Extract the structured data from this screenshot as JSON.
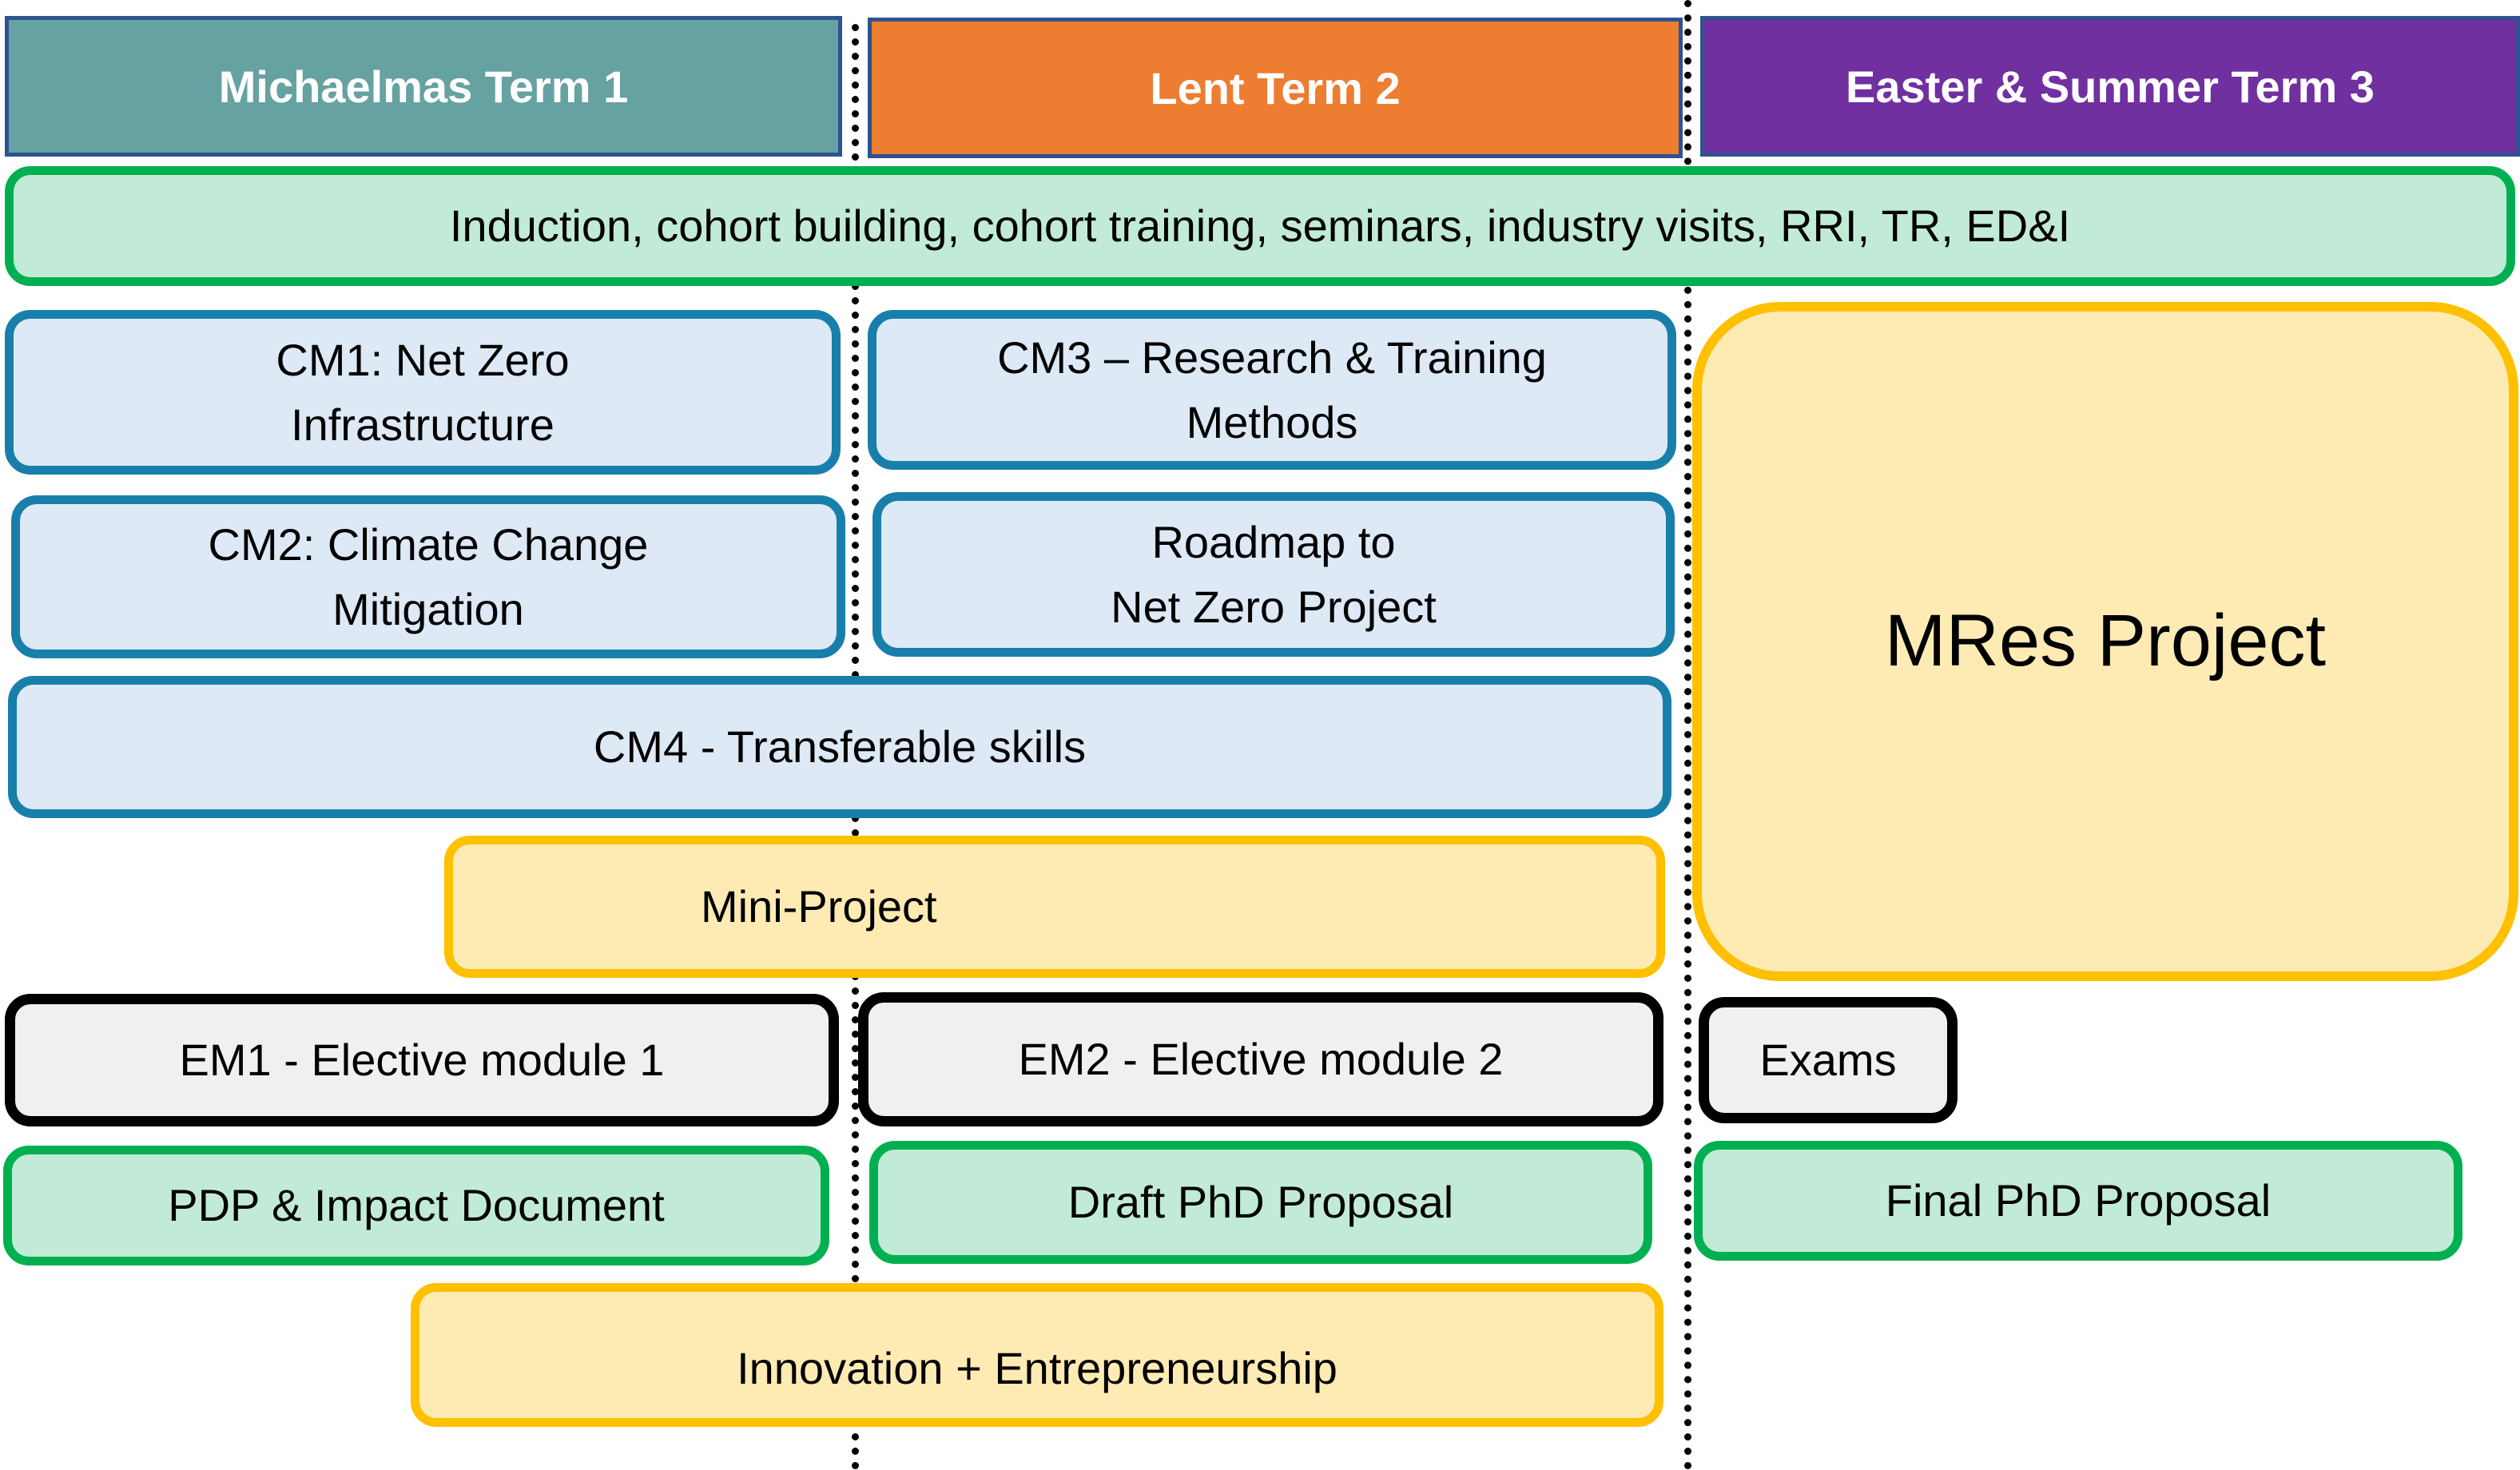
{
  "terms": [
    {
      "label": "Michaelmas Term 1",
      "color": "#66a2a2"
    },
    {
      "label": "Lent Term 2",
      "color": "#ed7d31"
    },
    {
      "label": "Easter & Summer Term 3",
      "color": "#7030a0"
    }
  ],
  "activities": {
    "cohort": "Induction, cohort building, cohort training, seminars, industry visits, RRI, TR, ED&I",
    "cm1": "CM1: Net Zero\nInfrastructure",
    "cm2": "CM2: Climate Change\nMitigation",
    "cm3": "CM3 – Research & Training\nMethods",
    "roadmap": "Roadmap to\nNet Zero Project",
    "cm4": "CM4 - Transferable skills",
    "mini_project": "Mini-Project",
    "mres_project": "MRes Project",
    "em1": "EM1 - Elective module 1",
    "em2": "EM2 - Elective module 2",
    "exams": "Exams",
    "pdp": "PDP & Impact Document",
    "draft_proposal": "Draft PhD Proposal",
    "final_proposal": "Final PhD Proposal",
    "innovation": "Innovation + Entrepreneurship"
  },
  "colors": {
    "green_border": "#00b050",
    "green_fill": "#c1ebd6",
    "blue_border": "#187faa",
    "blue_fill": "#dde9f5",
    "yellow_border": "#ffc000",
    "yellow_fill": "#feebb4",
    "black_border": "#000000",
    "grey_fill": "#eff0f2",
    "term_border": "#2f528f"
  }
}
